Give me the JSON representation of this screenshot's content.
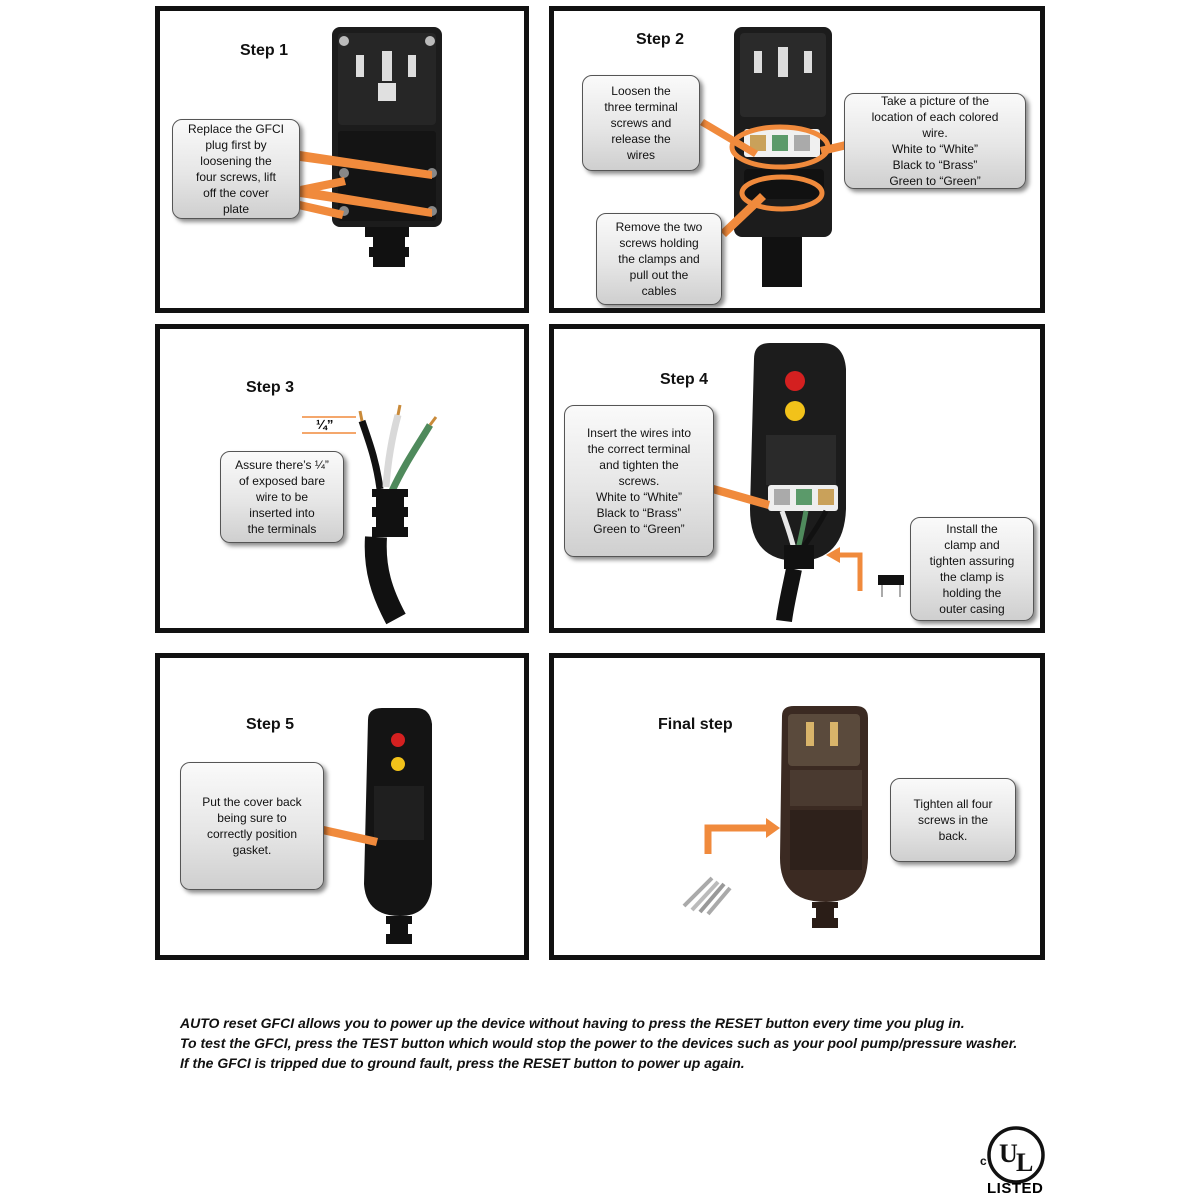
{
  "steps": [
    {
      "title": "Step 1",
      "callout": "Replace the GFCI\nplug first by\nloosening the\nfour screws, lift\noff the cover\nplate"
    },
    {
      "title": "Step 2",
      "callout_a": "Loosen the\nthree terminal\nscrews and\nrelease the\nwires",
      "callout_b": "Take a picture of the\nlocation of each colored\nwire.\nWhite to “White”\nBlack to “Brass”\nGreen to “Green”",
      "callout_c": "Remove the two\nscrews holding\nthe clamps and\npull out the\ncables"
    },
    {
      "title": "Step 3",
      "dimension_label": "¼”",
      "callout": "Assure there’s ¼”\nof exposed bare\nwire to be\ninserted into\nthe terminals"
    },
    {
      "title": "Step 4",
      "callout_a": "Insert the wires into\nthe correct terminal\nand tighten the\nscrews.\nWhite to “White”\nBlack to “Brass”\nGreen to “Green”",
      "callout_b": "Install the\nclamp and\ntighten assuring\nthe clamp is\nholding the\nouter casing"
    },
    {
      "title": "Step 5",
      "callout": "Put the cover back\nbeing sure to\ncorrectly position\ngasket."
    },
    {
      "title": "Final step",
      "callout": "Tighten all four\nscrews in the\nback."
    }
  ],
  "footer": {
    "line1": "AUTO reset GFCI allows you to power up the device without having to press the RESET button every time you plug in.",
    "line2": "To test the GFCI, press the TEST button which would stop the power to the devices such as your pool pump/pressure washer.",
    "line3": "If the GFCI is tripped due to ground fault, press the RESET button to power up again."
  },
  "certification": {
    "c_letter": "c",
    "u_letter": "U",
    "l_letter": "L",
    "listed": "LISTED"
  },
  "colors": {
    "accent_orange": "#f08a3c",
    "device_black": "#1c1c1c",
    "reset_red": "#d42020",
    "test_yellow": "#f2c21a",
    "frame": "#111111"
  }
}
